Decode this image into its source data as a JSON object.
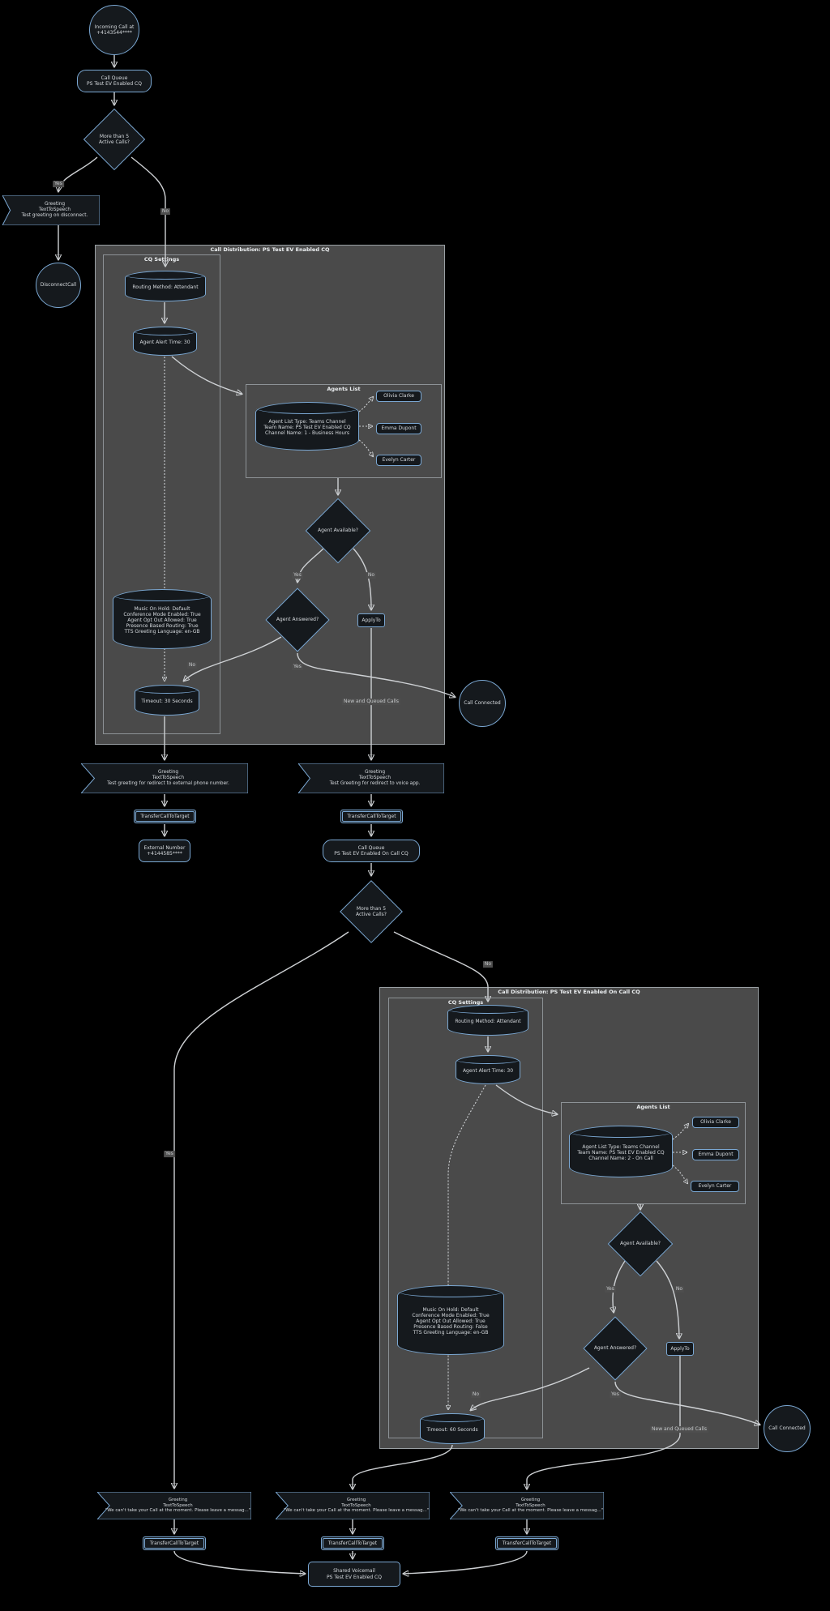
{
  "diagram": {
    "colors": {
      "background": "#000000",
      "node_fill": "#15191d",
      "node_border": "#7aa7d2",
      "cluster_fill": "#4a4a4a",
      "edge": "#ced1d4",
      "edge_label_bg": "#4e4e4e"
    },
    "clusters": {
      "dist1": {
        "title": "Call Distribution: PS Test EV Enabled CQ"
      },
      "cqset1": {
        "title": "CQ Settings"
      },
      "agents1": {
        "title": "Agents List"
      },
      "dist2": {
        "title": "Call Distribution: PS Test EV Enabled On Call CQ"
      },
      "cqset2": {
        "title": "CQ Settings"
      },
      "agents2": {
        "title": "Agents List"
      }
    },
    "nodes": {
      "start": {
        "lines": [
          "Incoming Call at",
          "+4143544****"
        ]
      },
      "cq1": {
        "lines": [
          "Call Queue",
          "PS Test EV Enabled CQ"
        ]
      },
      "more1": {
        "lines": [
          "More than 5",
          "Active Calls?"
        ]
      },
      "greet_disc": {
        "lines": [
          "Greeting",
          "TextToSpeech",
          "Test greeting on disconnect."
        ]
      },
      "disconnect": {
        "lines": [
          "DisconnectCall"
        ]
      },
      "routing1": {
        "lines": [
          "Routing Method: Attendant"
        ]
      },
      "alert1": {
        "lines": [
          "Agent Alert Time: 30"
        ]
      },
      "list1": {
        "lines": [
          "Agent List Type: Teams Channel",
          "Team Name: PS Test EV Enabled CQ",
          "Channel Name: 1 - Business Hours"
        ]
      },
      "agent1a": {
        "lines": [
          "Olivia Clarke"
        ]
      },
      "agent1b": {
        "lines": [
          "Emma Dupont"
        ]
      },
      "agent1c": {
        "lines": [
          "Evelyn Carter"
        ]
      },
      "avail1": {
        "lines": [
          "Agent Available?"
        ]
      },
      "answered1": {
        "lines": [
          "Agent Answered?"
        ]
      },
      "applyto1": {
        "lines": [
          "ApplyTo"
        ]
      },
      "music1": {
        "lines": [
          "Music On Hold: Default",
          "Conference Mode Enabled: True",
          "Agent Opt Out Allowed: True",
          "Presence Based Routing: True",
          "TTS Greeting Language: en-GB"
        ]
      },
      "timeout1": {
        "lines": [
          "Timeout: 30 Seconds"
        ]
      },
      "cc1": {
        "lines": [
          "Call Connected"
        ]
      },
      "greet_ext": {
        "lines": [
          "Greeting",
          "TextToSpeech",
          "Test greeting for redirect to external phone number."
        ]
      },
      "tct_ext": {
        "lines": [
          "TransferCallToTarget"
        ]
      },
      "extnum": {
        "lines": [
          "External Number",
          "+4144585****"
        ]
      },
      "greet_voice": {
        "lines": [
          "Greeting",
          "TextToSpeech",
          "Test Greeting for redirect to voice app."
        ]
      },
      "tct_voice": {
        "lines": [
          "TransferCallToTarget"
        ]
      },
      "cq2": {
        "lines": [
          "Call Queue",
          "PS Test EV Enabled On Call CQ"
        ]
      },
      "more2": {
        "lines": [
          "More than 5",
          "Active Calls?"
        ]
      },
      "routing2": {
        "lines": [
          "Routing Method: Attendant"
        ]
      },
      "alert2": {
        "lines": [
          "Agent Alert Time: 30"
        ]
      },
      "list2": {
        "lines": [
          "Agent List Type: Teams Channel",
          "Team Name: PS Test EV Enabled CQ",
          "Channel Name: 2 - On Call"
        ]
      },
      "agent2a": {
        "lines": [
          "Olivia Clarke"
        ]
      },
      "agent2b": {
        "lines": [
          "Emma Dupont"
        ]
      },
      "agent2c": {
        "lines": [
          "Evelyn Carter"
        ]
      },
      "avail2": {
        "lines": [
          "Agent Available?"
        ]
      },
      "answered2": {
        "lines": [
          "Agent Answered?"
        ]
      },
      "applyto2": {
        "lines": [
          "ApplyTo"
        ]
      },
      "music2": {
        "lines": [
          "Music On Hold: Default",
          "Conference Mode Enabled: True",
          "Agent Opt Out Allowed: True",
          "Presence Based Routing: False",
          "TTS Greeting Language: en-GB"
        ]
      },
      "timeout2": {
        "lines": [
          "Timeout: 60 Seconds"
        ]
      },
      "cc2": {
        "lines": [
          "Call Connected"
        ]
      },
      "greet_vm_a": {
        "lines": [
          "Greeting",
          "TextToSpeech",
          "\"We can't take your Call at the moment. Please leave a messag...\""
        ]
      },
      "greet_vm_b": {
        "lines": [
          "Greeting",
          "TextToSpeech",
          "\"We can't take your Call at the moment. Please leave a messag...\""
        ]
      },
      "greet_vm_c": {
        "lines": [
          "Greeting",
          "TextToSpeech",
          "\"We can't take your Call at the moment. Please leave a messag...\""
        ]
      },
      "tct_vm_a": {
        "lines": [
          "TransferCallToTarget"
        ]
      },
      "tct_vm_b": {
        "lines": [
          "TransferCallToTarget"
        ]
      },
      "tct_vm_c": {
        "lines": [
          "TransferCallToTarget"
        ]
      },
      "voicemail": {
        "lines": [
          "Shared Voicemail",
          "PS Test EV Enabled CQ"
        ]
      }
    },
    "labels": {
      "yes": "Yes",
      "no": "No",
      "new_queued": "New and Queued Calls"
    }
  }
}
